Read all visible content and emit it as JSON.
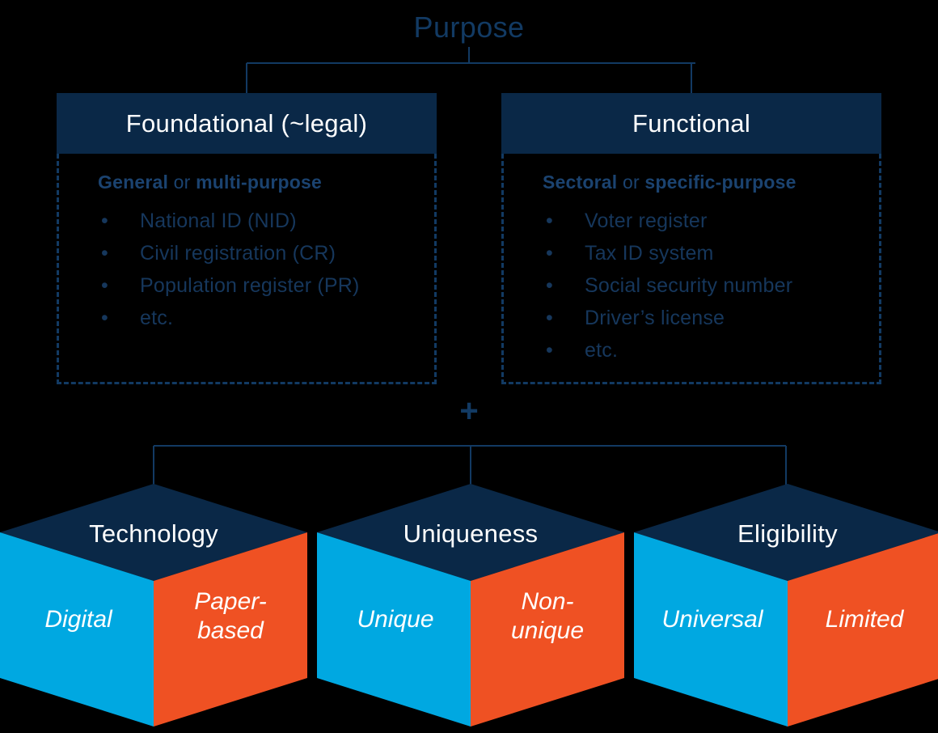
{
  "title": "Purpose",
  "colors": {
    "background": "#000000",
    "navy": "#0A2847",
    "navy_text": "#123A63",
    "navy_bold": "#1B4370",
    "list_text": "#16375C",
    "cube_top": "#0A2847",
    "cube_left": "#00A8E1",
    "cube_right": "#EF5123",
    "white": "#FFFFFF"
  },
  "purpose_boxes": [
    {
      "id": "foundational",
      "header": "Foundational (~legal)",
      "subtitle_parts": {
        "first": "General",
        "middle": " or ",
        "last": "multi-purpose"
      },
      "items": [
        "National ID (NID)",
        "Civil registration (CR)",
        "Population register (PR)",
        "etc."
      ]
    },
    {
      "id": "functional",
      "header": "Functional",
      "subtitle_parts": {
        "first": "Sectoral",
        "middle": " or ",
        "last": "specific-purpose"
      },
      "items": [
        "Voter register",
        "Tax ID system",
        "Social security number",
        "Driver’s license",
        "etc."
      ]
    }
  ],
  "combinator": "+",
  "bullet_glyph": "•",
  "cubes": [
    {
      "id": "technology",
      "cap": "Technology",
      "left": "Digital",
      "right": "Paper-\nbased"
    },
    {
      "id": "uniqueness",
      "cap": "Uniqueness",
      "left": "Unique",
      "right": "Non-\nunique"
    },
    {
      "id": "eligibility",
      "cap": "Eligibility",
      "left": "Universal",
      "right": "Limited"
    }
  ]
}
